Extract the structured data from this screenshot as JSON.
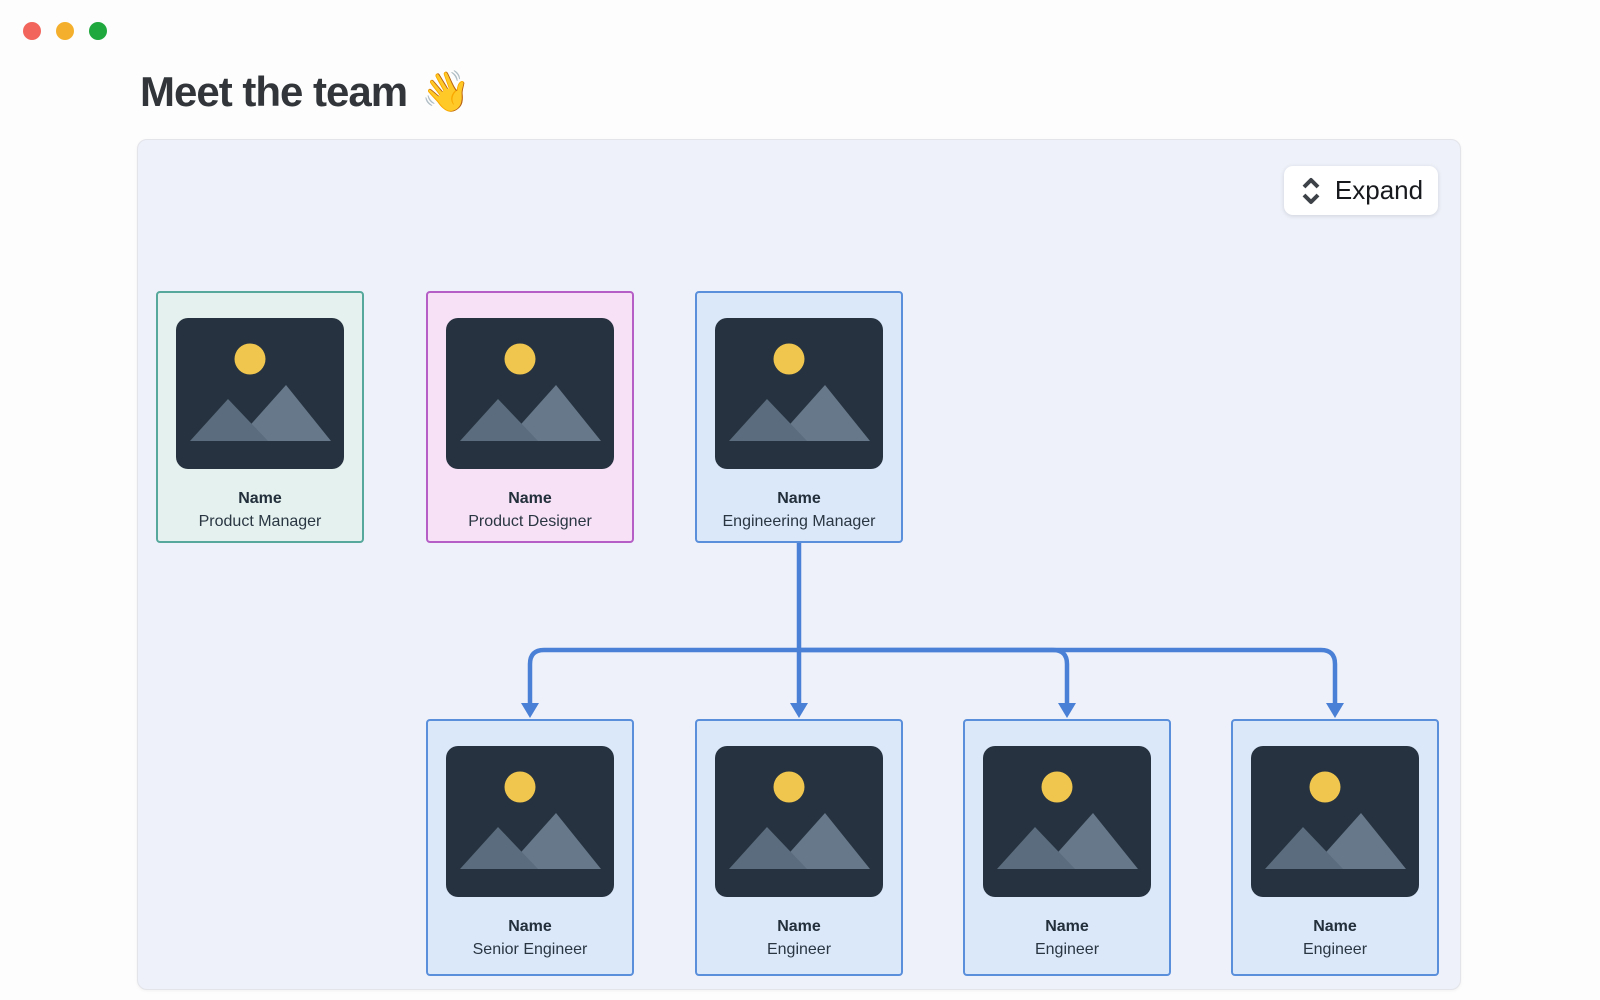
{
  "window": {
    "controls": [
      "close",
      "minimize",
      "zoom"
    ]
  },
  "header": {
    "title": "Meet the team",
    "emoji": "👋"
  },
  "toolbar": {
    "expand_label": "Expand",
    "expand_icon": "unfold-vertical-icon"
  },
  "colors": {
    "panel_bg": "#eef1f9",
    "connector": "#4a80d6",
    "traffic_red": "#f2655c",
    "traffic_yellow": "#f4b02c",
    "traffic_green": "#1ea83d",
    "teal_border": "#55a89b",
    "teal_bg": "#e4f1ee",
    "purple_border": "#b55ec6",
    "purple_bg": "#f7e1f7",
    "blue_border": "#5a8fdb",
    "blue_bg": "#dbe8fa",
    "image_bg": "#26323f",
    "sun": "#f0c64f",
    "mountain_left": "#5a6c7d",
    "mountain_right": "#66788a"
  },
  "org_chart": {
    "type": "org-diagram",
    "nodes": [
      {
        "id": "product-manager",
        "name": "Name",
        "role": "Product Manager",
        "theme": "teal",
        "row": 0
      },
      {
        "id": "product-designer",
        "name": "Name",
        "role": "Product Designer",
        "theme": "purple",
        "row": 0
      },
      {
        "id": "engineering-manager",
        "name": "Name",
        "role": "Engineering Manager",
        "theme": "blue",
        "row": 0
      },
      {
        "id": "senior-engineer",
        "name": "Name",
        "role": "Senior Engineer",
        "theme": "blue",
        "row": 1
      },
      {
        "id": "engineer-1",
        "name": "Name",
        "role": "Engineer",
        "theme": "blue",
        "row": 1
      },
      {
        "id": "engineer-2",
        "name": "Name",
        "role": "Engineer",
        "theme": "blue",
        "row": 1
      },
      {
        "id": "engineer-3",
        "name": "Name",
        "role": "Engineer",
        "theme": "blue",
        "row": 1
      }
    ],
    "edges": [
      {
        "from": "engineering-manager",
        "to": "senior-engineer"
      },
      {
        "from": "engineering-manager",
        "to": "engineer-1"
      },
      {
        "from": "engineering-manager",
        "to": "engineer-2"
      },
      {
        "from": "engineering-manager",
        "to": "engineer-3"
      }
    ]
  }
}
